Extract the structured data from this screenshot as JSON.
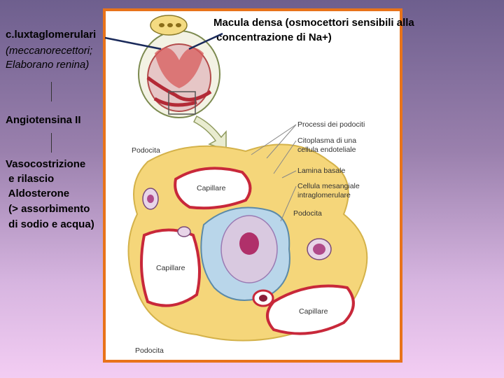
{
  "left_panel": {
    "juxta_title": "c.luxtaglomerulari",
    "juxta_line2": "(meccanorecettori;",
    "juxta_line3": "Elaborano renina)",
    "angiotensin": "Angiotensina II",
    "effect_line1": "Vasocostrizione",
    "effect_line2": " e rilascio",
    "effect_line3": " Aldosterone",
    "effect_line4": " (> assorbimento",
    "effect_line5": " di sodio e acqua)"
  },
  "macula": {
    "line1": "Macula densa (osmocettori sensibili alla",
    "line2": " concentrazione di Na+)"
  },
  "figure_labels": {
    "processi": "Processi dei podociti",
    "citoplasma1": "Citoplasma di una",
    "citoplasma2": "cellula endoteliale",
    "lamina": "Lamina basale",
    "mesangiale1": "Cellula mesangiale",
    "mesangiale2": "intraglomerulare",
    "podocita_top": "Podocita",
    "podocita_right": "Podocita",
    "podocita_bottom": "Podocita",
    "capillare_top": "Capillare",
    "capillare_left": "Capillare",
    "capillare_right": "Capillare"
  },
  "colors": {
    "frame": "#e8731a",
    "podocyte": "#f5d67a",
    "capillary_wall": "#c8283a",
    "mesangial": "#b9d6ea",
    "nucleus": "#d7a9d3"
  }
}
